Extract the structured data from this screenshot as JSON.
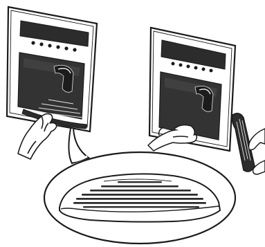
{
  "illustration": {
    "panels": [
      {
        "id": "left",
        "subject": "dispenser-with-drip-tray-being-removed"
      },
      {
        "id": "right",
        "subject": "dispenser-being-cleaned-with-cloth"
      }
    ],
    "callout": {
      "subject": "drip-tray-grille-closeup"
    }
  },
  "colors": {
    "line": "#1a1a1a",
    "panel_face": "#3a3a3a",
    "screen": "#262626",
    "paper": "#ffffff",
    "highlight": "#e6e6e6"
  }
}
